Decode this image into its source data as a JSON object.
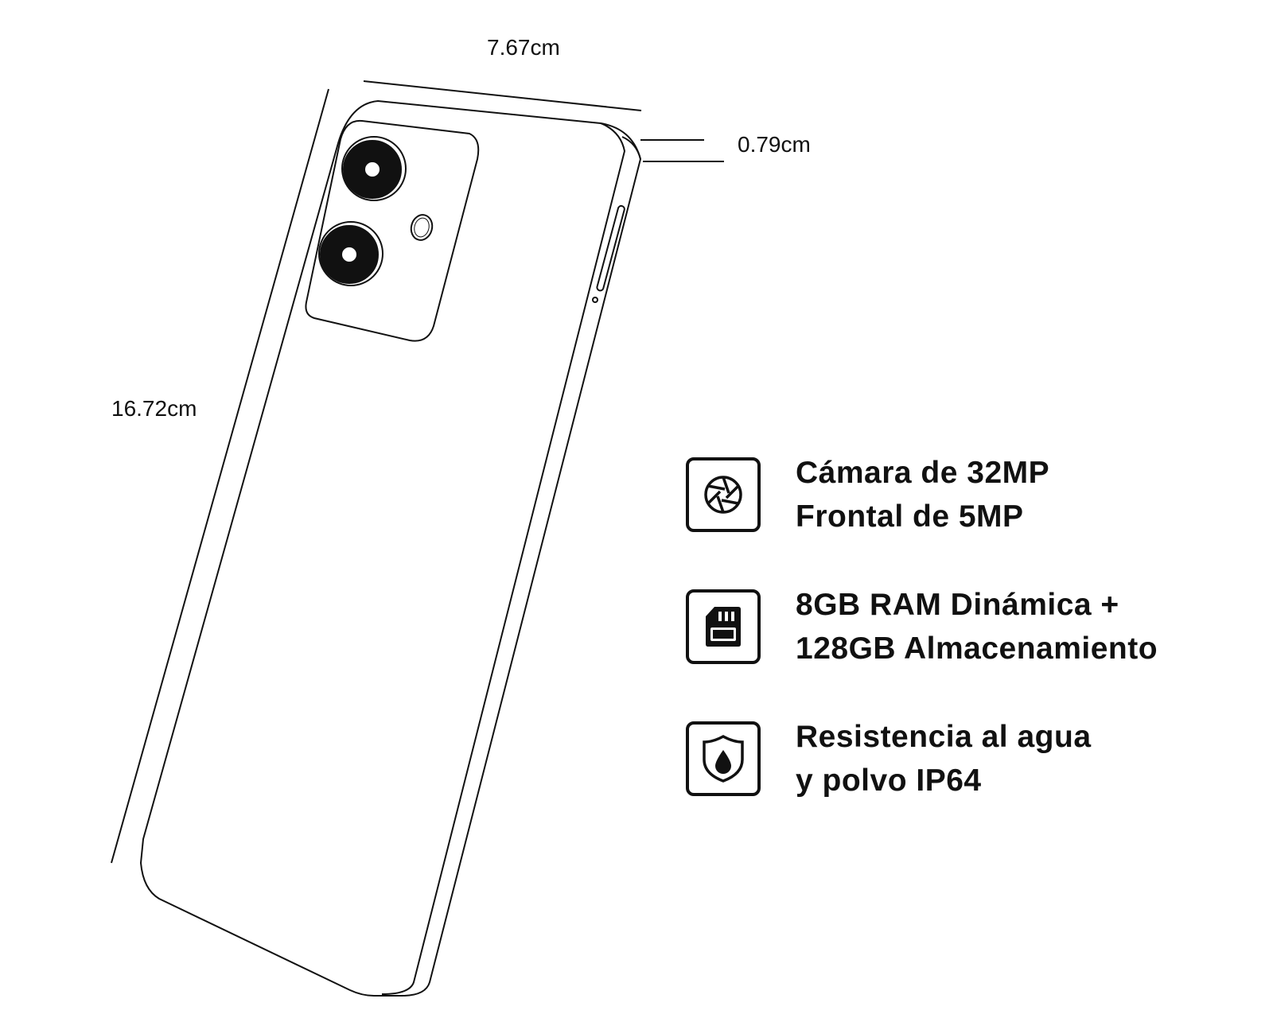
{
  "dimensions": {
    "width": "7.67cm",
    "height": "16.72cm",
    "thickness": "0.79cm"
  },
  "features": [
    {
      "icon": "camera-aperture-icon",
      "lines": [
        "Cámara de 32MP",
        "Frontal de 5MP"
      ]
    },
    {
      "icon": "sd-card-icon",
      "lines": [
        "8GB RAM Dinámica +",
        "128GB Almacenamiento"
      ]
    },
    {
      "icon": "water-shield-icon",
      "lines": [
        "Resistencia al agua",
        "y polvo IP64"
      ]
    }
  ],
  "colors": {
    "line": "#111111",
    "background": "#ffffff"
  }
}
